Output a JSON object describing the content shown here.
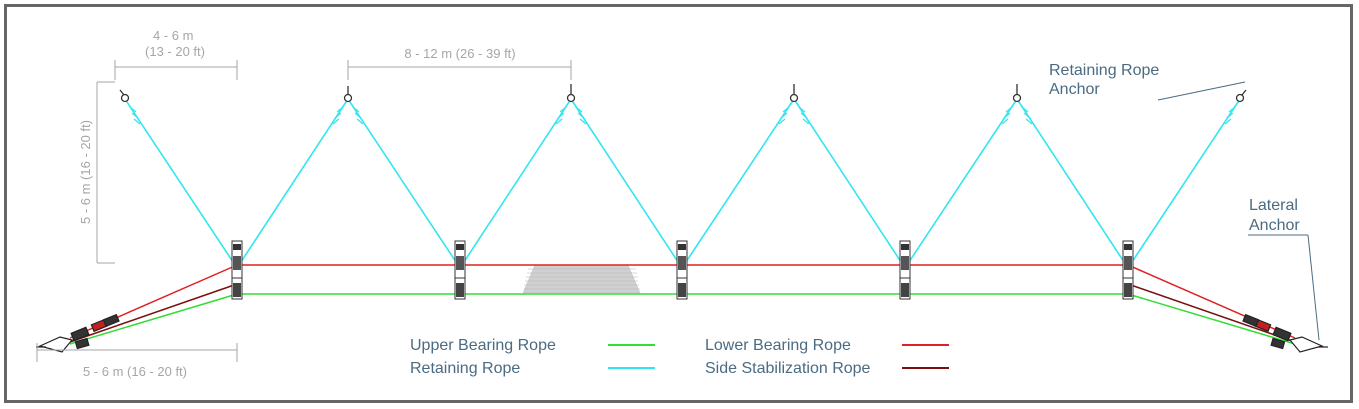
{
  "dimensions": {
    "end_span": [
      "4 - 6 m",
      "(13 - 20 ft)"
    ],
    "mid_span": "8 - 12  m (26 - 39 ft)",
    "height": "5 - 6 m (16 - 20 ft)",
    "lateral": "5 - 6 m (16 - 20 ft)"
  },
  "callouts": {
    "retaining_anchor": [
      "Retaining Rope",
      "Anchor"
    ],
    "lateral_anchor": [
      "Lateral",
      "Anchor"
    ]
  },
  "legend": [
    {
      "label": "Upper Bearing Rope",
      "color": "#33dd33"
    },
    {
      "label": "Retaining Rope",
      "color": "#33e5f0"
    },
    {
      "label": "Lower Bearing Rope",
      "color": "#e02020"
    },
    {
      "label": "Side Stabilization Rope",
      "color": "#7a1010"
    }
  ],
  "colors": {
    "frame": "#666666",
    "dimension": "#a6a6a6",
    "callout": "#4a6b82",
    "post": "#333333",
    "net": "#c8c8c8"
  }
}
